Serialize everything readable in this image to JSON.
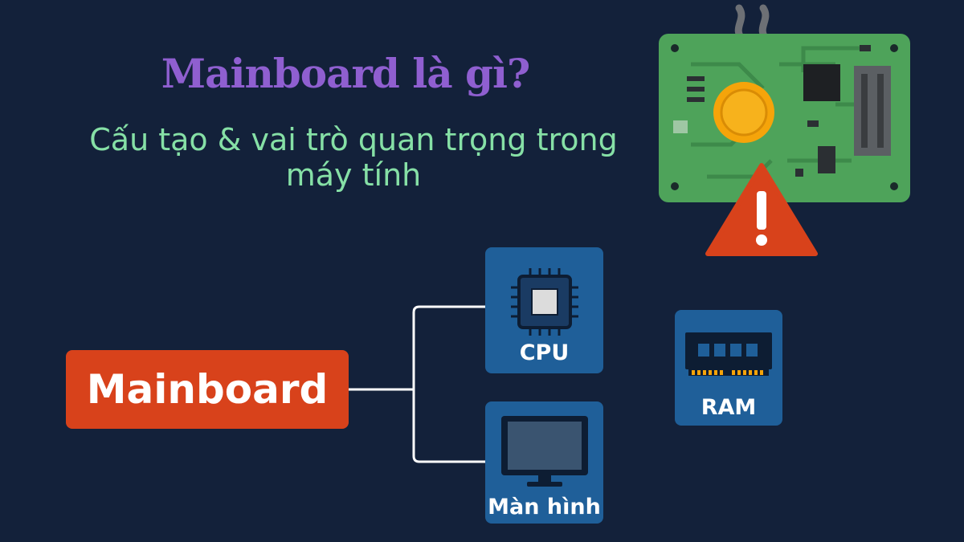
{
  "header": {
    "title": "Mainboard là gì?",
    "subtitle_line1": "Cấu tạo & vai trò quan trọng trong",
    "subtitle_line2": "máy tính"
  },
  "diagram": {
    "root_label": "Mainboard",
    "nodes": [
      {
        "id": "cpu",
        "label": "CPU",
        "icon": "cpu-chip-icon"
      },
      {
        "id": "monitor",
        "label": "Màn hình",
        "icon": "monitor-icon"
      },
      {
        "id": "ram",
        "label": "RAM",
        "icon": "ram-stick-icon"
      }
    ]
  },
  "illustration": {
    "board_icon": "circuit-board-icon",
    "warning_icon": "warning-triangle-icon",
    "smoke_icon": "smoke-icon"
  },
  "colors": {
    "background": "#13213a",
    "title": "#8f5fd0",
    "subtitle": "#86e0a6",
    "root_node": "#d8421b",
    "tile": "#1f5f99",
    "board": "#4ea35a",
    "warning": "#d8421b",
    "chip_gold": "#f5a40a"
  }
}
